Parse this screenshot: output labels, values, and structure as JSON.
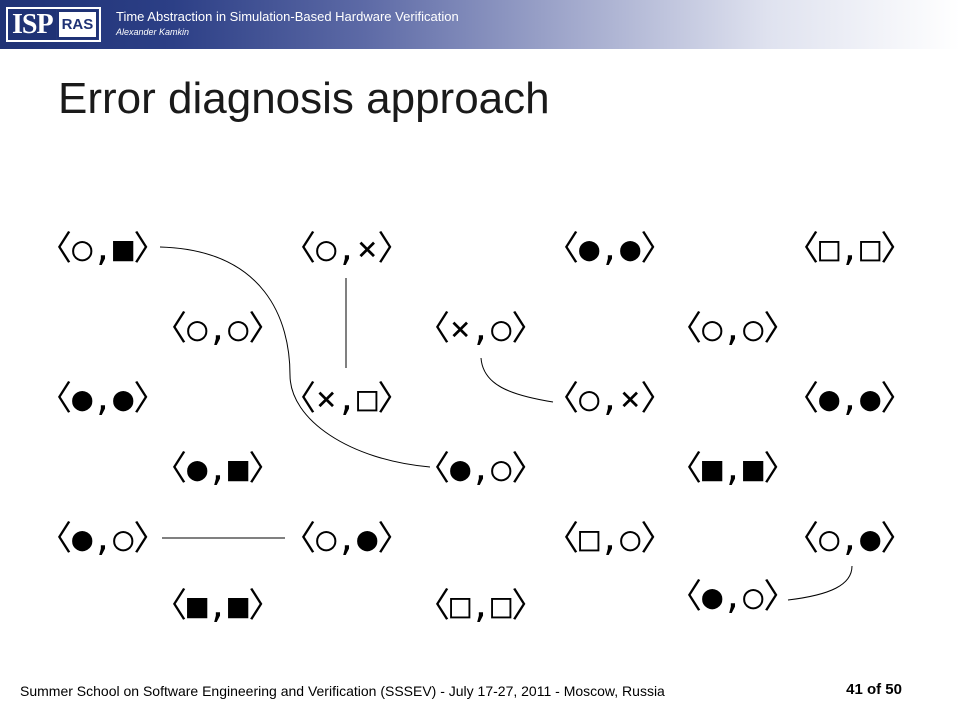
{
  "header": {
    "logo_part1": "ISP",
    "logo_part2": "RAS",
    "presentation_title": "Time Abstraction in Simulation-Based Hardware Verification",
    "author": "Alexander Kamkin"
  },
  "slide": {
    "title": "Error diagnosis approach"
  },
  "diagram": {
    "tuples": [
      "〈○,■〉",
      "〈○,×〉",
      "〈●,●〉",
      "〈□,□〉",
      "〈○,○〉",
      "〈×,○〉",
      "〈○,○〉",
      "〈●,●〉",
      "〈×,□〉",
      "〈○,×〉",
      "〈●,●〉",
      "〈●,■〉",
      "〈●,○〉",
      "〈■,■〉",
      "〈●,○〉",
      "〈○,●〉",
      "〈□,○〉",
      "〈○,●〉",
      "〈■,■〉",
      "〈□,□〉",
      "〈●,○〉"
    ]
  },
  "footer": {
    "text": "Summer School on Software Engineering and Verification (SSSEV) - July 17-27, 2011 - Moscow, Russia",
    "page": "41 of 50"
  }
}
